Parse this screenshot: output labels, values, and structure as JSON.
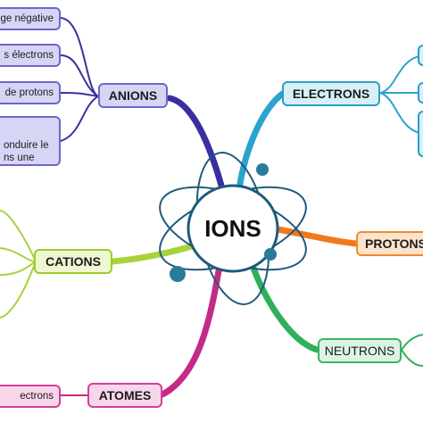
{
  "center": {
    "label": "IONS"
  },
  "branches": {
    "anions": {
      "label": "ANIONS",
      "color": "#3a2f9e"
    },
    "electrons": {
      "label": "ELECTRONS",
      "color": "#2ba3cf"
    },
    "protons": {
      "label": "PROTONS",
      "color": "#f07a1c"
    },
    "neutrons": {
      "label": "NEUTRONS",
      "color": "#2fb05a"
    },
    "cations": {
      "label": "CATIONS",
      "color": "#a7d23a"
    },
    "atomes": {
      "label": "ATOMES",
      "color": "#c42b86"
    }
  },
  "anion_leaves": [
    {
      "text": "ge négative"
    },
    {
      "text": "s électrons"
    },
    {
      "text": "de protons"
    },
    {
      "text_line1": "onduire le",
      "text_line2": "ns une"
    }
  ],
  "atome_leaves": [
    {
      "text": "ectrons"
    }
  ],
  "colors": {
    "atom_ring": "#1f5a7a",
    "atom_nucleus": "#2a7a9a"
  }
}
